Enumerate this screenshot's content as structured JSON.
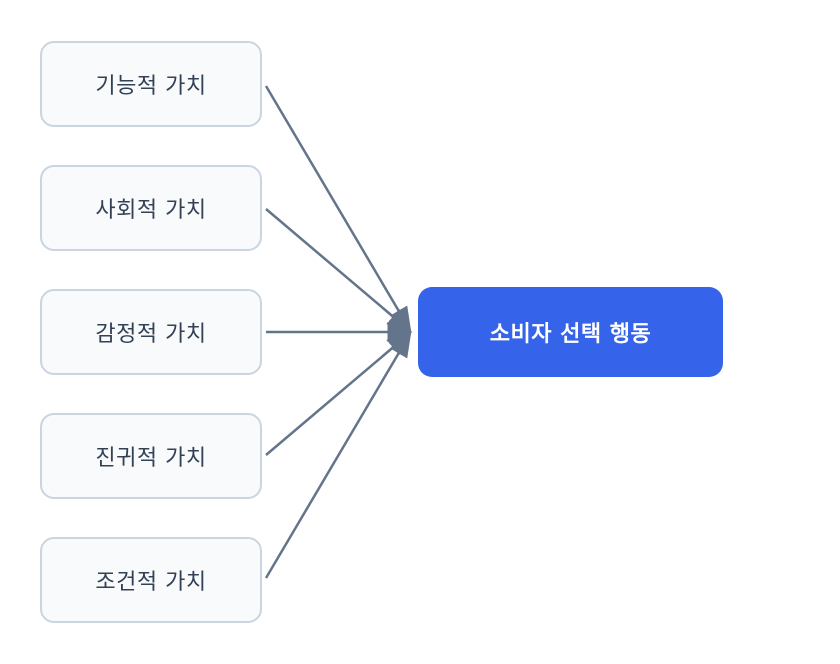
{
  "sources": [
    {
      "label": "기능적 가치"
    },
    {
      "label": "사회적 가치"
    },
    {
      "label": "감정적 가치"
    },
    {
      "label": "진귀적 가치"
    },
    {
      "label": "조건적 가치"
    }
  ],
  "target": {
    "label": "소비자 선택 행동"
  },
  "colors": {
    "target_fill": "#3563e9",
    "target_text": "#ffffff",
    "source_fill": "#f8fafc",
    "source_border": "#cbd5e1",
    "source_text": "#334155",
    "edge": "#64748b"
  }
}
